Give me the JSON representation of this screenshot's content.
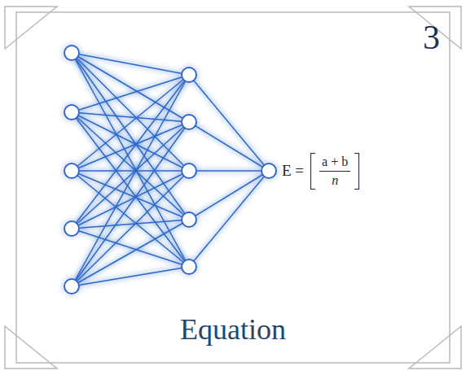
{
  "diagram": {
    "caption": "Equation",
    "labels": [
      "3",
      "E =",
      "a + b",
      "n"
    ]
  }
}
